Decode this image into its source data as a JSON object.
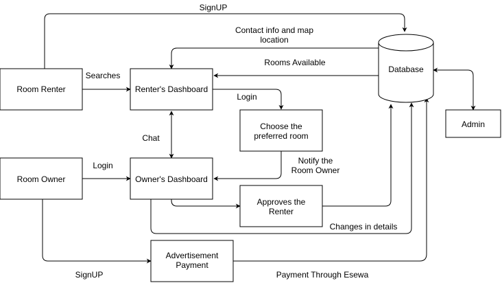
{
  "nodes": {
    "room_renter": "Room Renter",
    "renters_dashboard": "Renter's Dashboard",
    "choose_room_line1": "Choose the",
    "choose_room_line2": "preferred room",
    "room_owner": "Room Owner",
    "owners_dashboard": "Owner's Dashboard",
    "approves_line1": "Approves the",
    "approves_line2": "Renter",
    "advertisement_line1": "Advertisement",
    "advertisement_line2": "Payment",
    "database": "Database",
    "admin": "Admin"
  },
  "edges": {
    "signup_top": "SignUP",
    "contact_line1": "Contact info and map",
    "contact_line2": "location",
    "rooms_available": "Rooms Available",
    "searches": "Searches",
    "login_renter": "Login",
    "chat": "Chat",
    "notify_line1": "Notify the",
    "notify_line2": "Room Owner",
    "login_owner": "Login",
    "changes_in_details": "Changes in details",
    "signup_bottom": "SignUP",
    "payment_through_esewa": "Payment Through Esewa"
  }
}
